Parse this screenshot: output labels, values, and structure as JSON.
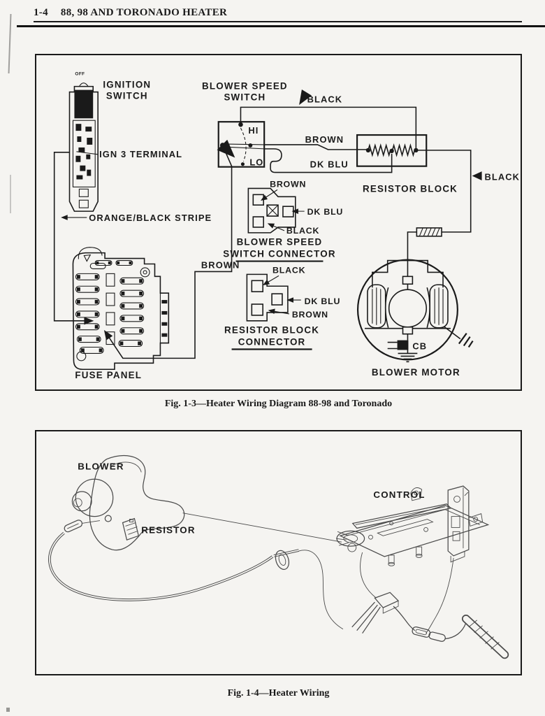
{
  "page": {
    "header_number": "1-4",
    "header_title": "88, 98 AND TORONADO HEATER"
  },
  "colors": {
    "ink": "#1a1a1a",
    "paper": "#f5f4f1",
    "art": "#4a4a4a"
  },
  "fig1": {
    "caption": "Fig. 1-3—Heater Wiring Diagram 88-98 and Toronado",
    "ignition": {
      "off": "OFF",
      "label1": "IGNITION",
      "label2": "SWITCH",
      "terminal": "IGN 3 TERMINAL",
      "stripe": "ORANGE/BLACK STRIPE"
    },
    "switch": {
      "label1": "BLOWER SPEED",
      "label2": "SWITCH",
      "hi": "HI",
      "lo": "LO"
    },
    "wires": {
      "black_top": "BLACK",
      "brown": "BROWN",
      "dk_blu": "DK BLU",
      "black_right": "BLACK",
      "brown_drop": "BROWN"
    },
    "resistor_block": {
      "label": "RESISTOR BLOCK"
    },
    "conn1": {
      "pin_brown": "BROWN",
      "pin_dkblu": "DK BLU",
      "pin_black": "BLACK",
      "caption1": "BLOWER SPEED",
      "caption2": "SWITCH CONNECTOR"
    },
    "conn2": {
      "pin_black": "BLACK",
      "pin_dkblu": "DK BLU",
      "pin_brown": "BROWN",
      "caption1": "RESISTOR BLOCK",
      "caption2": "CONNECTOR"
    },
    "fuse_panel": {
      "label": "FUSE PANEL"
    },
    "motor": {
      "label": "BLOWER MOTOR",
      "cb": "CB"
    }
  },
  "fig2": {
    "caption": "Fig. 1-4—Heater Wiring",
    "labels": {
      "blower": "BLOWER",
      "resistor": "RESISTOR",
      "control": "CONTROL"
    }
  }
}
